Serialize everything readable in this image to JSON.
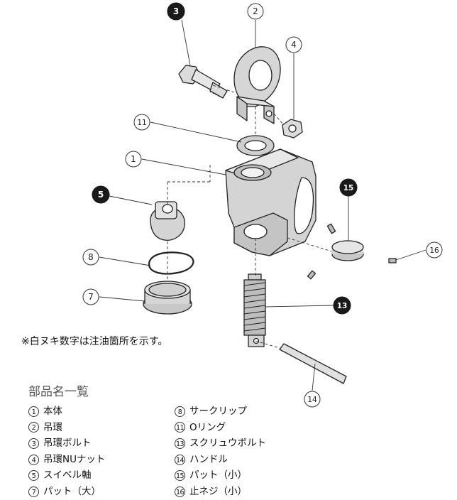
{
  "note": "※白ヌキ数字は注油箇所を示す。",
  "parts_list": {
    "title": "部品名一覧",
    "left": [
      {
        "num": "1",
        "name": "本体"
      },
      {
        "num": "2",
        "name": "吊環"
      },
      {
        "num": "3",
        "name": "吊環ボルト"
      },
      {
        "num": "4",
        "name": "吊環NUナット"
      },
      {
        "num": "5",
        "name": "スイベル軸"
      },
      {
        "num": "7",
        "name": "パット（大）"
      }
    ],
    "right": [
      {
        "num": "8",
        "name": "サークリップ"
      },
      {
        "num": "11",
        "name": "Oリング"
      },
      {
        "num": "13",
        "name": "スクリュウボルト"
      },
      {
        "num": "14",
        "name": "ハンドル"
      },
      {
        "num": "15",
        "name": "パット（小）"
      },
      {
        "num": "16",
        "name": "止ネジ（小）"
      }
    ]
  },
  "diagram_labels": [
    {
      "num": "3",
      "style": "filled"
    },
    {
      "num": "2",
      "style": "outline"
    },
    {
      "num": "4",
      "style": "outline"
    },
    {
      "num": "11",
      "style": "outline"
    },
    {
      "num": "1",
      "style": "outline"
    },
    {
      "num": "5",
      "style": "filled"
    },
    {
      "num": "15",
      "style": "filled"
    },
    {
      "num": "8",
      "style": "outline"
    },
    {
      "num": "16",
      "style": "outline"
    },
    {
      "num": "7",
      "style": "outline"
    },
    {
      "num": "13",
      "style": "filled"
    },
    {
      "num": "14",
      "style": "outline"
    }
  ],
  "colors": {
    "part_fill": "#dcdcdc",
    "part_shade": "#bdbdbd",
    "outline": "#222222",
    "label_filled": "#1a1a1a"
  }
}
